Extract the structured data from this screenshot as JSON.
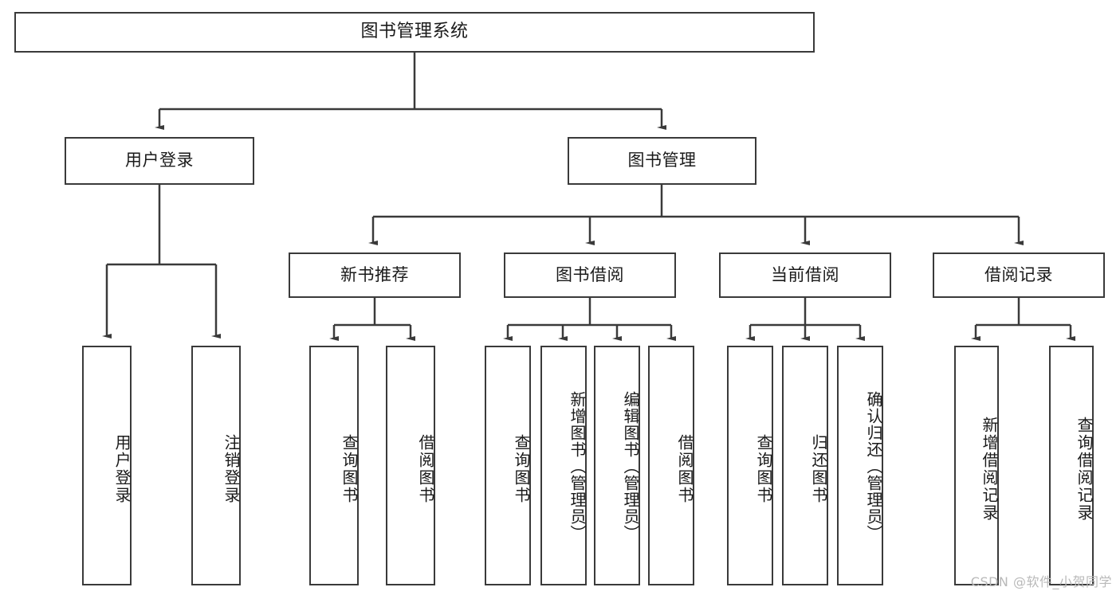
{
  "diagram": {
    "type": "tree",
    "title": "图书管理系统",
    "orientation": "top-down",
    "colors": {
      "box_border": "#3a3a3a",
      "box_fill": "#ffffff",
      "line": "#3a3a3a",
      "text": "#1a1a1a",
      "watermark": "#b9b9b9"
    },
    "root": {
      "label": "图书管理系统"
    },
    "level2": [
      {
        "label": "用户登录"
      },
      {
        "label": "图书管理"
      }
    ],
    "level3": [
      {
        "label": "新书推荐"
      },
      {
        "label": "图书借阅"
      },
      {
        "label": "当前借阅"
      },
      {
        "label": "借阅记录"
      }
    ],
    "leaves": {
      "user_login": [
        {
          "label": "用户登录"
        },
        {
          "label": "注销登录"
        }
      ],
      "new_book_recommend": [
        {
          "label": "查询图书"
        },
        {
          "label": "借阅图书"
        }
      ],
      "book_borrow": [
        {
          "label": "查询图书"
        },
        {
          "label": "新增图书（管理员）"
        },
        {
          "label": "编辑图书（管理员）"
        },
        {
          "label": "借阅图书"
        }
      ],
      "current_borrow": [
        {
          "label": "查询图书"
        },
        {
          "label": "归还图书"
        },
        {
          "label": "确认归还（管理员）"
        }
      ],
      "borrow_record": [
        {
          "label": "新增借阅记录"
        },
        {
          "label": "查询借阅记录"
        }
      ]
    }
  },
  "watermark": {
    "text": "CSDN @软件_小贺同学"
  }
}
